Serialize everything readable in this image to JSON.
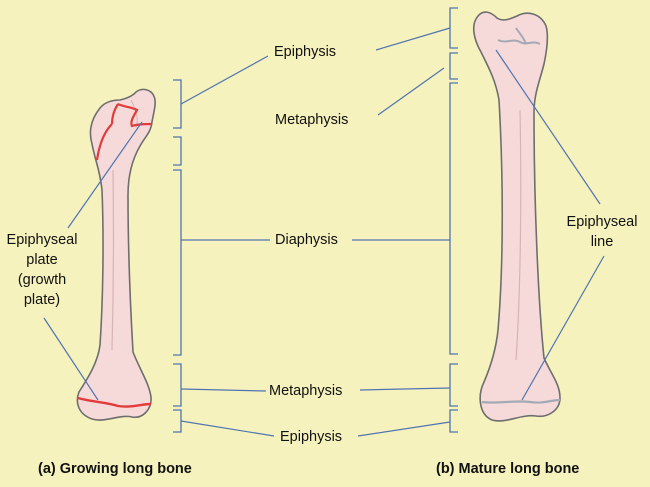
{
  "labels": {
    "epiphysis_top": "Epiphysis",
    "metaphysis_top": "Metaphysis",
    "diaphysis": "Diaphysis",
    "metaphysis_bottom": "Metaphysis",
    "epiphysis_bottom": "Epiphysis",
    "epiphyseal_plate_lines": [
      "Epiphyseal",
      "plate",
      "(growth",
      "plate)"
    ],
    "epiphyseal_line_lines": [
      "Epiphyseal",
      "line"
    ]
  },
  "captions": {
    "growing": "(a) Growing long bone",
    "mature": "(b) Mature long bone"
  },
  "colors": {
    "background": "#f6f2bd",
    "bone_fill": "#f6dada",
    "bone_outline": "#6e6e6e",
    "growth_plate": "#e23b3b",
    "epiphyseal_line": "#a3aab6",
    "leader_line": "#4f74b0"
  }
}
